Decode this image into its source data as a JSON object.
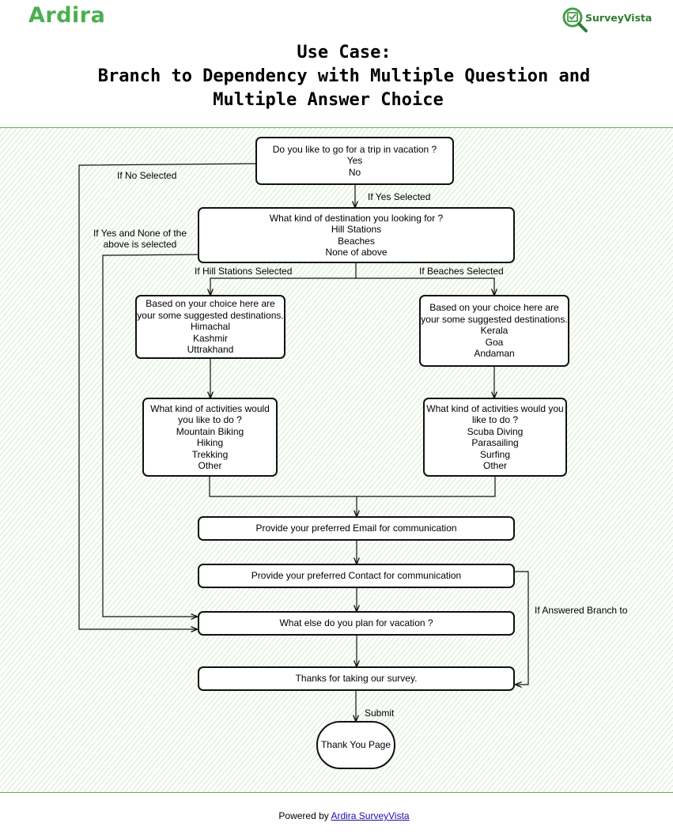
{
  "header": {
    "logo_left": "Ardira",
    "logo_right": "SurveyVista",
    "title_line1": "Use Case:",
    "title_line2": "Branch to Dependency with Multiple Question and",
    "title_line3": "Multiple Answer Choice"
  },
  "nodes": {
    "q1": [
      "Do you like to go for a trip in vacation ?",
      "Yes",
      "No"
    ],
    "q2": [
      "What kind of destination you looking for ?",
      "Hill Stations",
      "Beaches",
      "None of above"
    ],
    "hill_dest": [
      "Based on your choice here are",
      "your some suggested destinations.",
      "Himachal",
      "Kashmir",
      "Uttrakhand"
    ],
    "beach_dest": [
      "Based on your choice here are",
      "your some suggested destinations.",
      "Kerala",
      "Goa",
      "Andaman"
    ],
    "hill_act": [
      "What kind of activities would",
      "you like to do ?",
      "Mountain Biking",
      "Hiking",
      "Trekking",
      "Other"
    ],
    "beach_act": [
      "What kind of activities would you",
      "like to do ?",
      "Scuba Diving",
      "Parasailing",
      "Surfing",
      "Other"
    ],
    "email": "Provide your preferred Email for communication",
    "contact": "Provide your preferred Contact for communication",
    "plan": "What else do you plan for vacation ?",
    "thanks": "Thanks for taking our survey.",
    "end": "Thank You Page"
  },
  "edges": {
    "no_selected": "If No Selected",
    "yes_selected": "If Yes Selected",
    "none_selected_1": "If Yes and None of the",
    "none_selected_2": "above is selected",
    "hill_selected": "If Hill Stations Selected",
    "beach_selected": "If Beaches Selected",
    "answered_branch": "If Answered Branch to",
    "submit": "Submit"
  },
  "footer": {
    "powered_by": "Powered by",
    "link": "Ardira SurveyVista"
  },
  "colors": {
    "brand_green": "#4caf50",
    "hatch_green": "#78be64",
    "link_blue": "#1a0dab"
  }
}
